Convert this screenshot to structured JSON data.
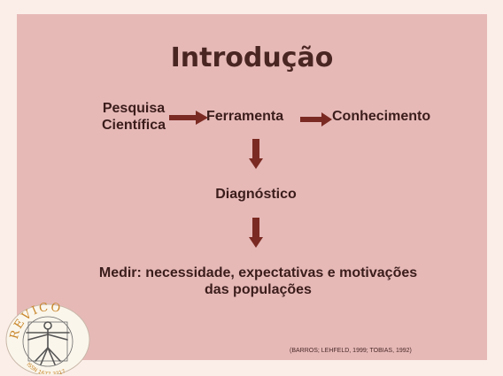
{
  "slide": {
    "title": "Introdução",
    "flow": {
      "source_line1": "Pesquisa",
      "source_line2": "Científica",
      "tool": "Ferramenta",
      "result": "Conhecimento"
    },
    "diagnosis": "Diagnóstico",
    "measure_line1": "Medir: necessidade, expectativas e motivações",
    "measure_line2": "das populações",
    "citation": "(BARROS; LEHFELD, 1999; TOBIAS, 1992)"
  },
  "logo": {
    "top_text": "REVICO",
    "bottom_text": "ISSN 1677-3217"
  },
  "colors": {
    "background": "#fbeee8",
    "slide": "#e6b9b7",
    "arrow": "#7a2a22",
    "text": "#3b1d1b"
  }
}
